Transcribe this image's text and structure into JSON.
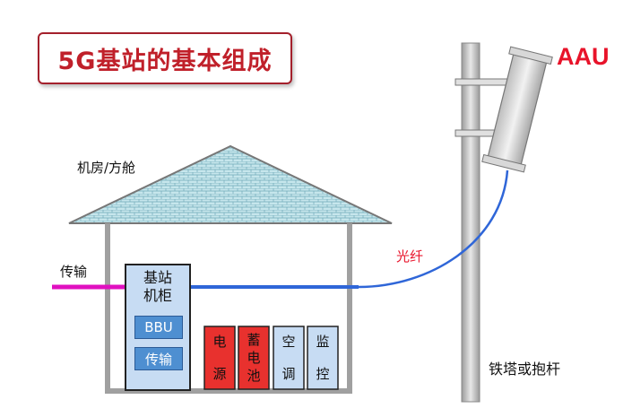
{
  "title": "5G基站的基本组成",
  "labels": {
    "room": "机房/方舱",
    "transmission_in": "传输",
    "fiber": "光纤",
    "aau": "AAU",
    "tower": "铁塔或抱杆"
  },
  "cabinet": {
    "title_line1": "基站",
    "title_line2": "机柜",
    "bbu": "BBU",
    "transmission": "传输"
  },
  "units": [
    {
      "chars": [
        "电",
        "源"
      ],
      "color": "#e8312e"
    },
    {
      "chars": [
        "蓄",
        "电",
        "池"
      ],
      "color": "#e8312e"
    },
    {
      "chars": [
        "空",
        "调"
      ],
      "color": "#c7dcf3"
    },
    {
      "chars": [
        "监",
        "控"
      ],
      "color": "#c7dcf3"
    }
  ],
  "colors": {
    "title_red": "#c0202a",
    "accent_red": "#e8132a",
    "magenta_line": "#e010c0",
    "fiber_blue": "#2f66d8",
    "cabinet_fill": "#c7dcf3",
    "module_fill": "#4e8fd1",
    "roof_fill": "#bfe3ea"
  }
}
